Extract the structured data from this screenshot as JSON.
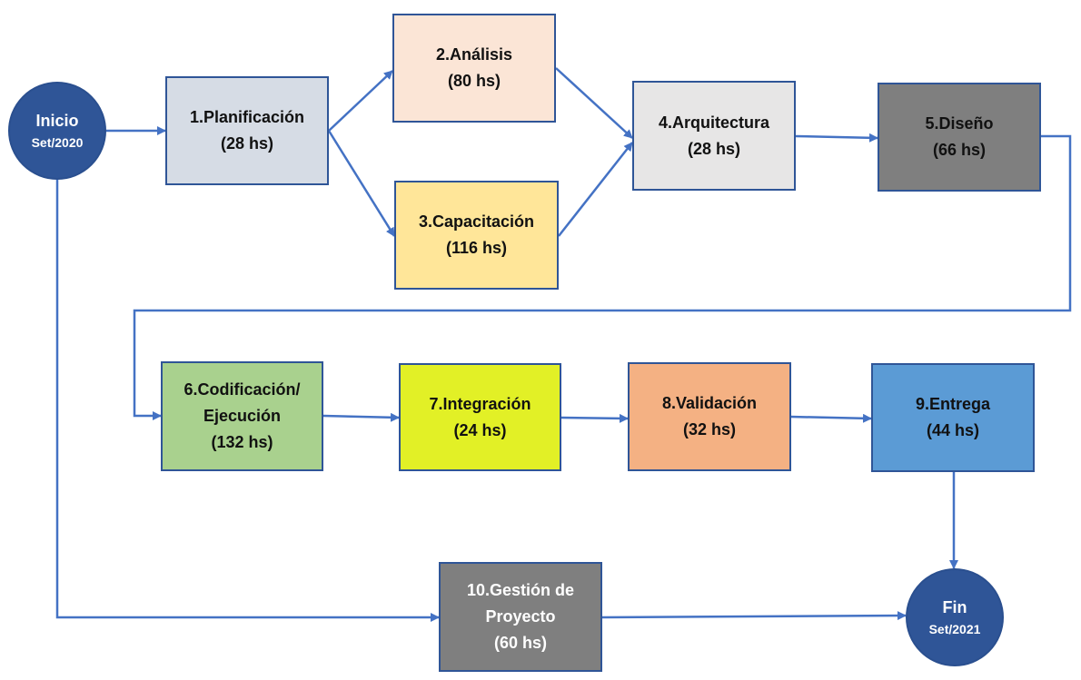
{
  "colors": {
    "line": "#4472C4",
    "border": "#2F5597",
    "start_end": "#2F5597"
  },
  "start": {
    "title": "Inicio",
    "date": "Set/2020"
  },
  "end": {
    "title": "Fin",
    "date": "Set/2021"
  },
  "tasks": [
    {
      "line1": "1.Planificación",
      "line2": "(28 hs)",
      "color": "#D6DCE5"
    },
    {
      "line1": "2.Análisis",
      "line2": "(80 hs)",
      "color": "#FBE5D6"
    },
    {
      "line1": "3.Capacitación",
      "line2": "(116 hs)",
      "color": "#FFE699"
    },
    {
      "line1": "4.Arquitectura",
      "line2": "(28 hs)",
      "color": "#E7E6E6"
    },
    {
      "line1": "5.Diseño",
      "line2": "(66 hs)",
      "color": "#7F7F7F"
    },
    {
      "line1": "6.Codificación/",
      "line2": "Ejecución",
      "line3": "(132 hs)",
      "color": "#A9D18E"
    },
    {
      "line1": "7.Integración",
      "line2": "(24 hs)",
      "color": "#E2F026"
    },
    {
      "line1": "8.Validación",
      "line2": "(32 hs)",
      "color": "#F4B183"
    },
    {
      "line1": "9.Entrega",
      "line2": "(44 hs)",
      "color": "#5B9BD5"
    },
    {
      "line1": "10.Gestión de",
      "line2": "Proyecto",
      "line3": "(60 hs)",
      "color": "#7F7F7F"
    }
  ]
}
